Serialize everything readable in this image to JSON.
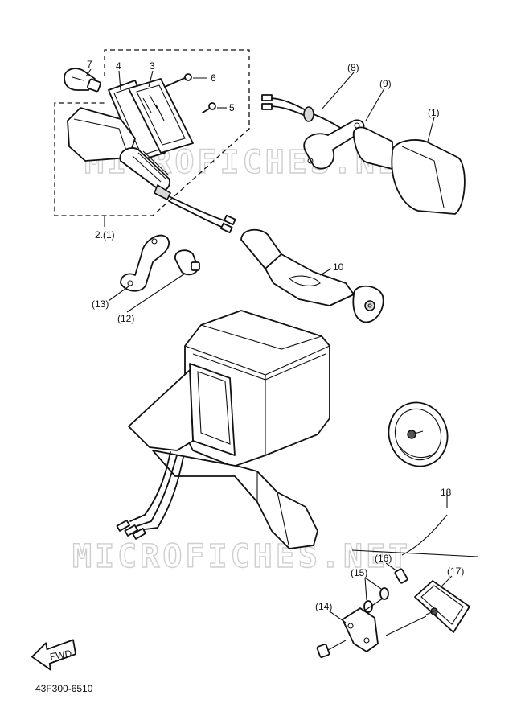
{
  "callouts": {
    "c7": "7",
    "c4": "4",
    "c3": "3",
    "c6": "6",
    "c5": "5",
    "c8": "(8)",
    "c9": "(9)",
    "c1": "(1)",
    "c2": "2.(1)",
    "c10": "10",
    "c13": "(13)",
    "c12": "(12)",
    "c18": "18",
    "c16": "(16)",
    "c15": "(15)",
    "c17": "(17)",
    "c14": "(14)"
  },
  "fwd_label": "FWD",
  "diagram_code": "43F300-6510",
  "watermark": "MICROFICHES.NET"
}
